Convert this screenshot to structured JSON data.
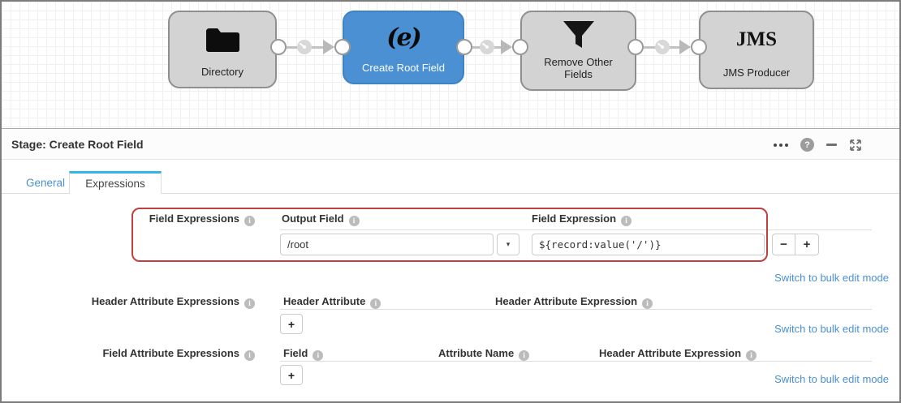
{
  "colors": {
    "accent_blue": "#4a90d2",
    "selected_stage_blue": "#4a90d2",
    "tab_highlight_blue": "#35b5e5",
    "annotation_red": "#c04040",
    "stage_gray": "#d3d3d3"
  },
  "canvas": {
    "stages": [
      {
        "name": "Directory",
        "icon": "folder",
        "selected": false
      },
      {
        "name": "Create Root Field",
        "icon": "expression-evaluator",
        "icon_label": "(e)",
        "selected": true
      },
      {
        "name": "Remove Other Fields",
        "icon": "funnel",
        "selected": false
      },
      {
        "name": "JMS Producer",
        "icon": "jms",
        "icon_label": "JMS",
        "selected": false
      }
    ]
  },
  "panel": {
    "title": "Stage: Create Root Field",
    "tabs": [
      {
        "label": "General",
        "active": false
      },
      {
        "label": "Expressions",
        "active": true
      }
    ],
    "window_icons": {
      "help": "?"
    }
  },
  "icons": {
    "info": "i",
    "caret": "▾"
  },
  "controls": {
    "remove": "−",
    "add": "+"
  },
  "sections": [
    {
      "label": "Field Expressions",
      "columns": [
        {
          "label": "Output Field"
        },
        {
          "label": "Field Expression"
        }
      ],
      "rows": [
        {
          "output_field": "/root",
          "field_expression": "${record:value('/')}"
        }
      ],
      "bulk_link": "Switch to bulk edit mode"
    },
    {
      "label": "Header Attribute Expressions",
      "columns": [
        {
          "label": "Header Attribute"
        },
        {
          "label": "Header Attribute Expression"
        }
      ],
      "rows": [],
      "bulk_link": "Switch to bulk edit mode"
    },
    {
      "label": "Field Attribute Expressions",
      "columns": [
        {
          "label": "Field"
        },
        {
          "label": "Attribute Name"
        },
        {
          "label": "Header Attribute Expression"
        }
      ],
      "rows": [],
      "bulk_link": "Switch to bulk edit mode"
    }
  ]
}
